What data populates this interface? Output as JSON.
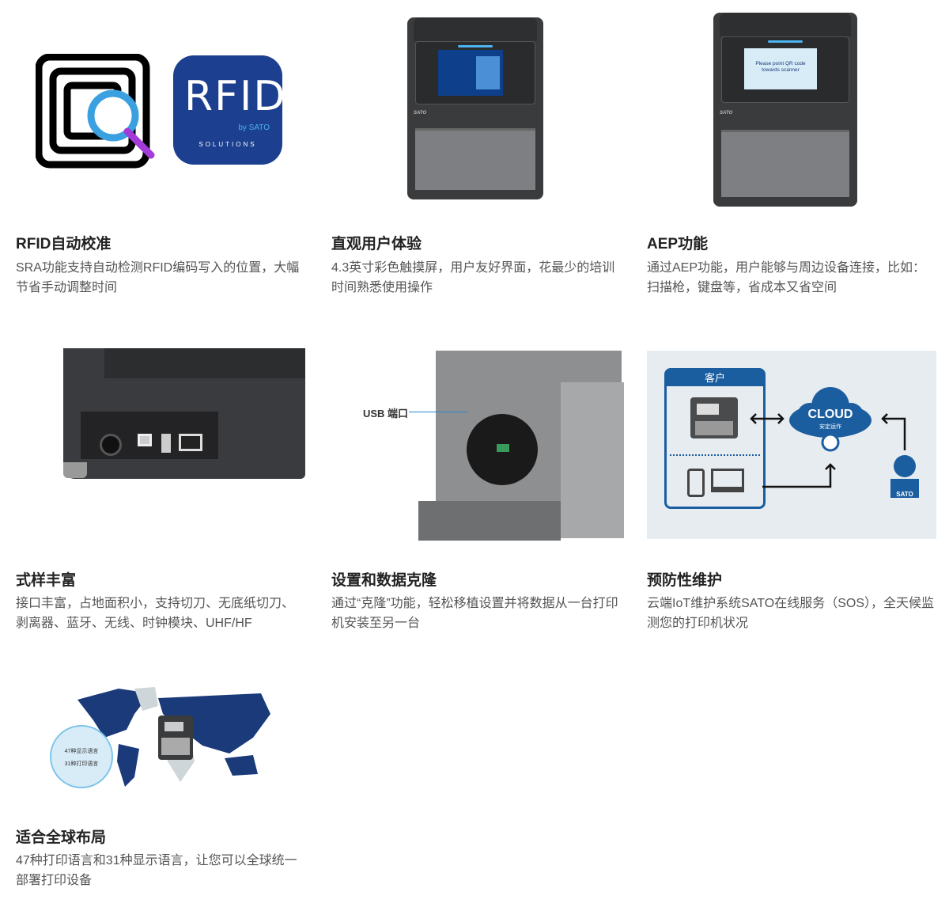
{
  "features": [
    {
      "title": "RFID自动校准",
      "desc": "SRA功能支持自动检测RFID编码写入的位置，大幅节省手动调整时间",
      "image": {
        "logo_text": "RFID",
        "logo_by": "by SATO",
        "logo_sub": "SOLUTIONS"
      }
    },
    {
      "title": "直观用户体验",
      "desc": "4.3英寸彩色触摸屏，用户友好界面，花最少的培训时间熟悉使用操作",
      "image": {
        "brand": "SATO"
      }
    },
    {
      "title": "AEP功能",
      "desc": "通过AEP功能，用户能够与周边设备连接，比如：扫描枪，键盘等，省成本又省空间",
      "image": {
        "brand": "SATO",
        "screen_text": "Please point QR code towards scanner"
      }
    },
    {
      "title": "式样丰富",
      "desc": "接口丰富，占地面积小，支持切刀、无底纸切刀、剥离器、蓝牙、无线、时钟模块、UHF/HF"
    },
    {
      "title": "设置和数据克隆",
      "desc": "通过“克隆”功能，轻松移植设置并将数据从一台打印机安装至另一台",
      "image": {
        "callout": "USB 端口"
      }
    },
    {
      "title": "预防性维护",
      "desc": "云端IoT维护系统SATO在线服务（SOS），全天候监测您的打印机状况",
      "image": {
        "customer": "客户",
        "cloud": "CLOUD",
        "cloud_sub": "安定运作",
        "support": "SATO"
      }
    },
    {
      "title": "适合全球布局",
      "desc": "47种打印语言和31种显示语言，让您可以全球统一部署打印设备",
      "image": {
        "line1": "47种显示语言",
        "line2": "31种打印语言"
      }
    }
  ],
  "colors": {
    "accent": "#1b5ea0",
    "navy": "#1a3a7a",
    "title": "#222222",
    "desc": "#555555"
  }
}
